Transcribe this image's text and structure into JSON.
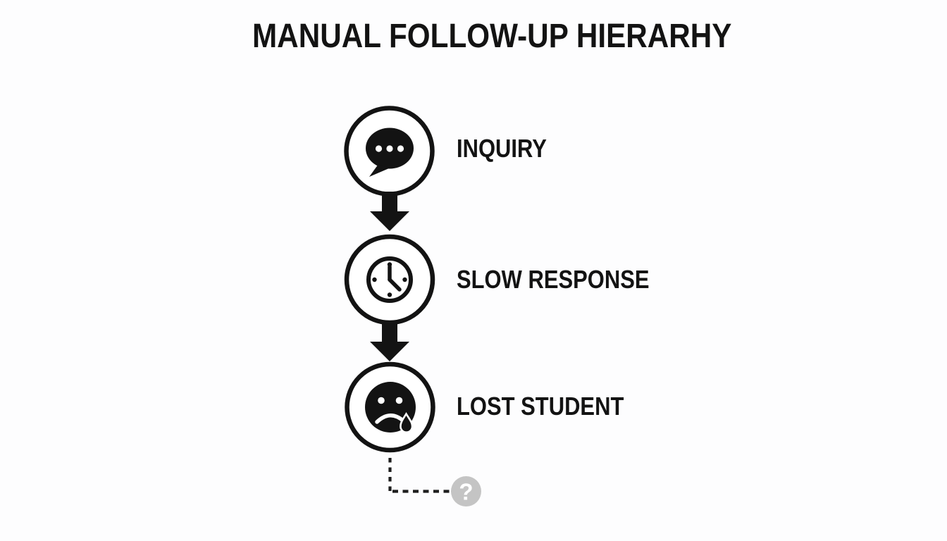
{
  "title": "MANUAL FOLLOW-UP HIERARHY",
  "colors": {
    "ink": "#131313",
    "muted_gray": "#c4c4c4",
    "background": "#fdfdfe"
  },
  "flow": {
    "direction": "top-to-bottom",
    "steps": [
      {
        "label": "INQUIRY",
        "icon": "chat-bubble-icon"
      },
      {
        "label": "SLOW RESPONSE",
        "icon": "clock-icon"
      },
      {
        "label": "LOST STUDENT",
        "icon": "sad-face-tear-icon"
      }
    ],
    "connectors": [
      "solid-arrow-down",
      "solid-arrow-down",
      "dashed-elbow-right"
    ],
    "unknown_outcome": {
      "label": "?",
      "icon": "question-mark-badge"
    }
  }
}
